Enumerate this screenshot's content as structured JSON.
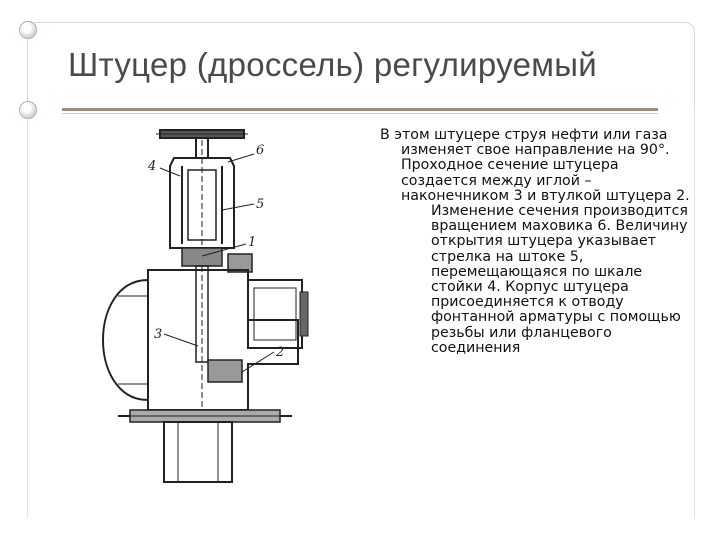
{
  "slide": {
    "title": "Штуцер (дроссель) регулируемый",
    "paragraph1": "В этом штуцере струя нефти или газа изменяет свое направление на 90°. Проходное сечение штуцера создается между иглой – наконечником 3 и втулкой штуцера 2.",
    "paragraph2": "Изменение сечения производится вращением маховика 6. Величину открытия штуцера указывает стрелка на штоке 5, перемещающаяся по шкале стойки 4. Корпус штуцера присоединяется к отводу фонтанной арматуры с помощью резьбы или фланцевого соединения"
  },
  "figure": {
    "labels": [
      "6",
      "4",
      "5",
      "1",
      "3",
      "2"
    ]
  }
}
